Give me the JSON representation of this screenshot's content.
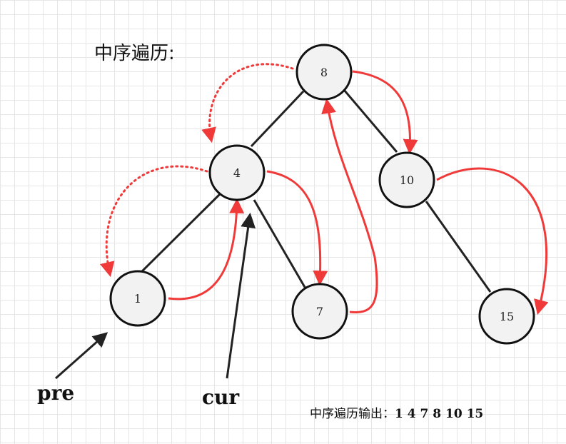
{
  "title": "中序遍历:",
  "nodes": [
    {
      "id": "8",
      "label": "8"
    },
    {
      "id": "4",
      "label": "4"
    },
    {
      "id": "10",
      "label": "10"
    },
    {
      "id": "1",
      "label": "1"
    },
    {
      "id": "7",
      "label": "7"
    },
    {
      "id": "15",
      "label": "15"
    }
  ],
  "pointers": {
    "pre": "pre",
    "cur": "cur"
  },
  "output": {
    "label": "中序遍历输出：",
    "sequence": "1 4 7 8 10 15"
  },
  "colors": {
    "edge": "#222222",
    "traversal": "#f03a3a",
    "node_fill": "#f2f2f2",
    "node_stroke": "#111111"
  }
}
